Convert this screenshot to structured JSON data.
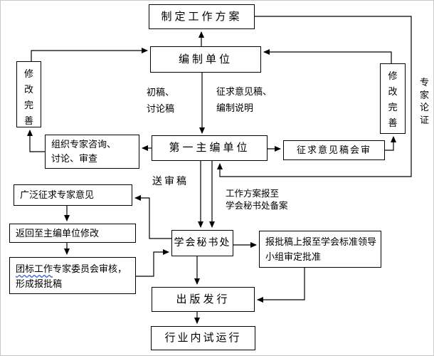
{
  "diagram": {
    "boxes": {
      "plan": "制定工作方案",
      "compile_unit": "编制单位",
      "revise_left": "修改完善",
      "revise_right": "修改完善",
      "expert_consult": "组织专家咨询、\n讨论、审查",
      "chief_editor": "第一主编单位",
      "draft_review": "征求意见稿会审",
      "solicit_opinions": "广泛征求专家意见",
      "return_revise": "返回至主编单位修改",
      "committee_wavy": "团标工作",
      "committee_rest": "专家委员会审核，形成报批稿",
      "secretariat": "学会秘书处",
      "approval": "报批稿上报至学会标准领导\n小组审定批准",
      "publish": "出版发行",
      "trial": "行业内试运行"
    },
    "edge_labels": {
      "first_draft": "初稿、\n讨论稿",
      "opinion_draft": "征求意见稿、\n编制说明",
      "submit_draft": "送审稿",
      "workplan_filing": "工作方案报至\n学会秘书处备案",
      "expert_review": "专家论证"
    },
    "edges": [
      {
        "from": "编制单位",
        "to": "制定工作方案",
        "label": ""
      },
      {
        "from": "制定工作方案",
        "to": "第一主编单位",
        "label": "专家论证"
      },
      {
        "from": "编制单位",
        "to": "第一主编单位",
        "label": "初稿、讨论稿；征求意见稿、编制说明"
      },
      {
        "from": "第一主编单位",
        "to": "组织专家咨询、讨论、审查",
        "label": ""
      },
      {
        "from": "组织专家咨询、讨论、审查",
        "to": "修改完善(左)",
        "label": ""
      },
      {
        "from": "修改完善(左)",
        "to": "编制单位",
        "label": ""
      },
      {
        "from": "第一主编单位",
        "to": "征求意见稿会审",
        "label": ""
      },
      {
        "from": "征求意见稿会审",
        "to": "修改完善(右)",
        "label": ""
      },
      {
        "from": "修改完善(右)",
        "to": "编制单位",
        "label": ""
      },
      {
        "from": "第一主编单位",
        "to": "学会秘书处",
        "label": "送审稿"
      },
      {
        "from": "第一主编单位",
        "to": "学会秘书处",
        "label": "工作方案报至学会秘书处备案"
      },
      {
        "from": "学会秘书处",
        "to": "广泛征求专家意见",
        "label": ""
      },
      {
        "from": "广泛征求专家意见",
        "to": "返回至主编单位修改",
        "label": ""
      },
      {
        "from": "返回至主编单位修改",
        "to": "团标工作专家委员会审核，形成报批稿",
        "label": ""
      },
      {
        "from": "团标工作专家委员会审核，形成报批稿",
        "to": "学会秘书处",
        "label": ""
      },
      {
        "from": "学会秘书处",
        "to": "报批稿上报至学会标准领导小组审定批准",
        "label": ""
      },
      {
        "from": "报批稿上报至学会标准领导小组审定批准",
        "to": "出版发行",
        "label": ""
      },
      {
        "from": "学会秘书处",
        "to": "出版发行",
        "label": ""
      },
      {
        "from": "出版发行",
        "to": "行业内试运行",
        "label": ""
      }
    ]
  }
}
